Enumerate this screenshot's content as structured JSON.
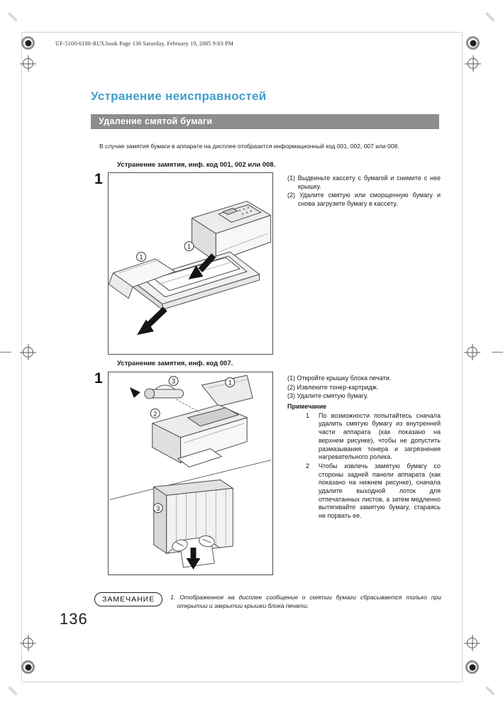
{
  "meta": {
    "slug": "UF-5100-6100-RUS.book  Page 136  Saturday, February 19, 2005  9:03 PM",
    "page_number": "136"
  },
  "header": {
    "chapter_title": "Устранение неисправностей",
    "section_title": "Удаление смятой бумаги"
  },
  "intro": "В случае замятия бумаги в аппарате на дисплее отобразится информационный код 001, 002, 007 или 008.",
  "procedure1": {
    "heading": "Устранение замятия, инф. код 001, 002 или 008.",
    "step_number": "1",
    "instructions": [
      "(1) Выдвиньте кассету с бумагой и снимите с нее крышку.",
      "(2) Удалите смятую или сморщенную бумагу и снова загрузите бумагу в кассету."
    ],
    "figure_labels": {
      "flap": "1",
      "tray": "1"
    }
  },
  "procedure2": {
    "heading": "Устранение замятия, инф. код 007.",
    "step_number": "1",
    "instructions": [
      "(1) Откройте крышку блока печати.",
      "(2) Извлеките тонер-картридж.",
      "(3) Удалите смятую бумагу."
    ],
    "note_heading": "Примечание",
    "notes": [
      {
        "num": "1",
        "text": "По возможности попытайтесь сначала удалить смятую бумагу из внутренней части аппарата (как показано на верхнем рисунке), чтобы не допустить размазывания тонера и загрязнения нагревательного ролика."
      },
      {
        "num": "2",
        "text": "Чтобы извлечь замятую бумагу со стороны задней панели аппарата (как показано на нижнем рисунке), сначала удалите выходной лоток для отпечатанных листов, а затем медленно вытягивайте замятую бумагу, стараясь не порвать ее."
      }
    ],
    "figure_labels": {
      "cartridge": "3",
      "cover": "1",
      "interior": "2",
      "rear": "3"
    }
  },
  "footer_note": {
    "label": "ЗАМЕЧАНИЕ",
    "text": "1. Отображенное на дисплее сообщение о смятии бумаги сбрасывается только при открытии и закрытии крышки блока печати."
  },
  "colors": {
    "chapter_title_blue": "#3f9fcc",
    "section_bar_gray": "#8d8d8d"
  }
}
